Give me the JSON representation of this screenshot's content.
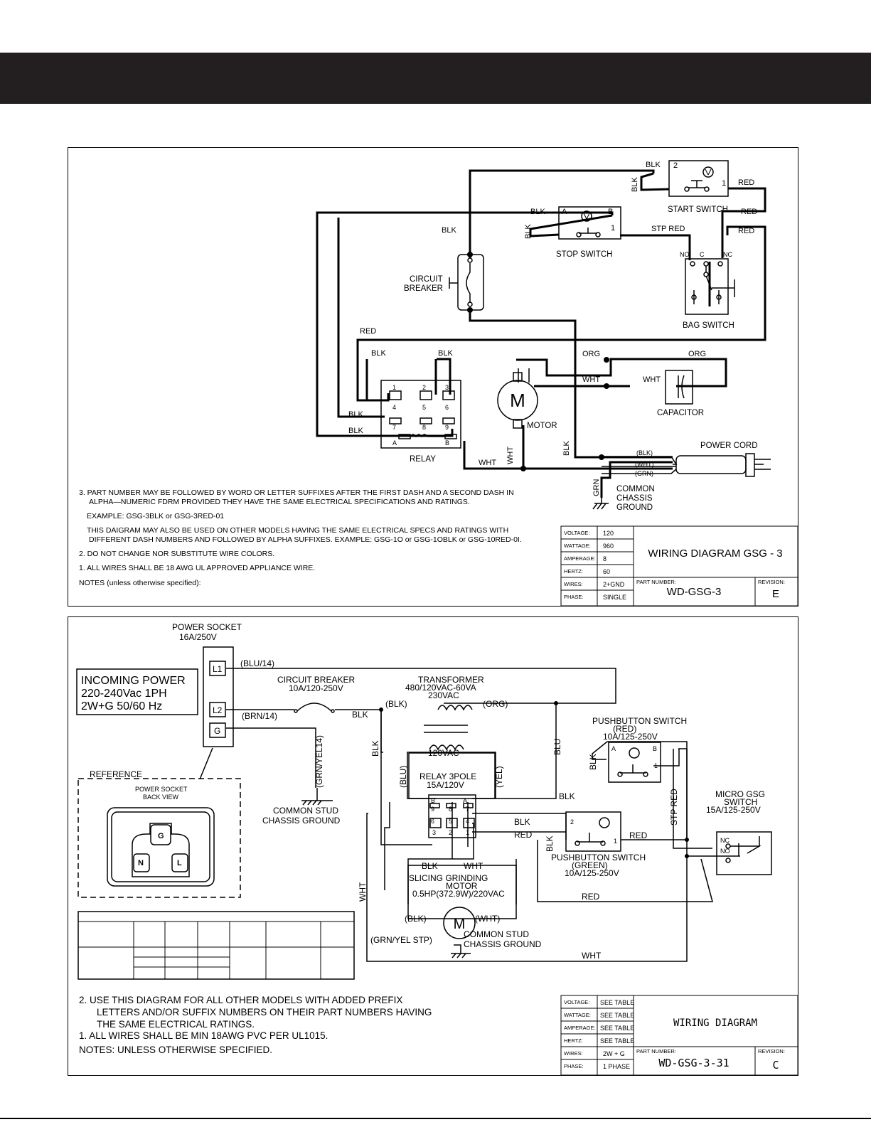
{
  "diagram1": {
    "wire_labels": {
      "blk_top_start": "BLK",
      "blk_vertical_start": "BLK",
      "red_start_right": "RED",
      "red_start_down": "RED",
      "blk_stop": "BLK",
      "blk_vertical_stop": "BLK",
      "stp_red": "STP RED",
      "red_bag": "RED",
      "blk_breaker": "BLK",
      "red_relay_top": "RED",
      "blk_relay1": "BLK",
      "blk_relay2": "BLK",
      "org_left": "ORG",
      "org_right": "ORG",
      "wht_motor": "WHT",
      "wht_capacitor": "WHT",
      "blk_relay_left1": "BLK",
      "blk_relay_left2": "BLK",
      "wht_relay_bottom": "WHT",
      "wht_vertical_motor": "WHT",
      "blk_vertical_cord": "BLK",
      "grn_vertical": "GRN",
      "cord_blk": "(BLK)",
      "cord_wht": "(WHT)",
      "cord_grn": "(GRN)"
    },
    "components": {
      "start_switch": "START SWITCH",
      "stop_switch": "STOP SWITCH",
      "circuit_breaker_line1": "CIRCUIT",
      "circuit_breaker_line2": "BREAKER",
      "bag_switch": "BAG SWITCH",
      "motor": "MOTOR",
      "motor_symbol": "M",
      "capacitor": "CAPACITOR",
      "relay": "RELAY",
      "power_cord": "POWER CORD",
      "ground_line1": "COMMON",
      "ground_line2": "CHASSIS",
      "ground_line3": "GROUND"
    },
    "terminals": {
      "start_2": "2",
      "start_1": "1",
      "stop_a": "A",
      "stop_b": "B",
      "stop_1": "1",
      "bag_no": "NO",
      "bag_c": "C",
      "bag_nc": "NC",
      "relay_1": "1",
      "relay_2": "2",
      "relay_3": "3",
      "relay_4": "4",
      "relay_5": "5",
      "relay_6": "6",
      "relay_7": "7",
      "relay_8": "8",
      "relay_9": "9",
      "relay_a": "A",
      "relay_b": "B"
    },
    "notes": {
      "note3_line1": "3.  PART NUMBER MAY BE FOLLOWED BY WORD OR LETTER SUFFIXES AFTER THE FIRST DASH AND A SECOND DASH IN",
      "note3_line2": "ALPHA—NUMERIC FDRM PROVIDED THEY HAVE THE SAME ELECTRICAL SPECIFICATIONS AND RATINGS.",
      "example": "EXAMPLE: GSG-3BLK or GSG-3RED-01",
      "also_line1": "THIS DAIGRAM MAY ALSO BE USED ON OTHER MODELS HAVING THE SAME ELECTRICAL SPECS AND RATINGS WITH",
      "also_line2": "DIFFERENT DASH NUMBERS AND FOLLOWED BY ALPHA SUFFIXES. EXAMPLE: GSG-1O or GSG-1OBLK or GSG-10RED-0I.",
      "note2": "2.  DO NOT CHANGE NOR SUBSTITUTE WIRE COLORS.",
      "note1": "1.  ALL WIRES SHALL BE 18 AWG UL APPROVED APPLIANCE WIRE.",
      "notes_header": "NOTES (unless otherwise specified):"
    },
    "title_block": {
      "voltage_label": "VOLTAGE:",
      "voltage": "120",
      "wattage_label": "WATTAGE:",
      "wattage": "960",
      "amperage_label": "AMPERAGE:",
      "amperage": "8",
      "hertz_label": "HERTZ:",
      "hertz": "60",
      "wires_label": "WIRES:",
      "wires": "2+GND",
      "phase_label": "PHASE:",
      "phase": "SINGLE",
      "title": "WIRING DIAGRAM GSG - 3",
      "part_number_label": "PART NUMBER:",
      "part_number": "WD-GSG-3",
      "revision_label": "REVISION:",
      "revision": "E"
    }
  },
  "diagram2": {
    "power_socket_line1": "POWER SOCKET",
    "power_socket_line2": "16A/250V",
    "socket_l1": "L1",
    "socket_l2": "L2",
    "socket_g": "G",
    "incoming_line1": "INCOMING POWER",
    "incoming_line2": "220-240Vac 1PH",
    "incoming_line3": "2W+G 50/60 Hz",
    "blu14": "(BLU/14)",
    "brn14": "(BRN/14)",
    "grnyel14": "(GRN/YEL14)",
    "breaker_line1": "CIRCUIT BREAKER",
    "breaker_line2": "10A/120-250V",
    "blk_after_breaker": "BLK",
    "transformer_line1": "TRANSFORMER",
    "transformer_line2": "480/120VAC-60VA",
    "transformer_line3": "230VAC",
    "blk_transformer": "(BLK)",
    "org_transformer": "(ORG)",
    "blk_vertical_left": "BLK",
    "blu_vertical_right": "BLU",
    "secondary": "120VAC",
    "blu_relay": "(BLU)",
    "yel_relay": "(YEL)",
    "relay_line1": "RELAY 3POLE",
    "relay_line2": "15A/120V",
    "relay_b": "B",
    "relay_a": "A",
    "relay_9": "9",
    "relay_8": "8",
    "relay_7": "7",
    "relay_6": "6",
    "relay_5": "5",
    "relay_4": "4",
    "relay_3": "3",
    "relay_2": "2",
    "relay_1": "1",
    "reference": "REFERENCE",
    "back_view_line1": "POWER SOCKET",
    "back_view_line2": "BACK VIEW",
    "pin_g": "G",
    "pin_n": "N",
    "pin_l": "L",
    "ground_line1": "COMMON STUD",
    "ground_line2": "CHASSIS GROUND",
    "pb_red_line1": "PUSHBUTTON SWITCH",
    "pb_red_line2": "(RED)",
    "pb_red_line3": "10A/125-250V",
    "pb_red_a": "A",
    "pb_red_b": "B",
    "pb_red_1": "1",
    "blk_pb_red": "BLK",
    "blk_to_pb": "BLK",
    "blk_relay_out": "BLK",
    "red_relay_out": "RED",
    "pb_green_line1": "PUSHBUTTON SWITCH",
    "pb_green_line2": "(GREEN)",
    "pb_green_line3": "10A/125-250V",
    "pb_green_2": "2",
    "pb_green_1": "1",
    "blk_pb_green": "BLK",
    "red_pb_green": "RED",
    "stp_red": "STP RED",
    "micro_line1": "MICRO GSG",
    "micro_line2": "SWITCH",
    "micro_line3": "15A/125-250V",
    "micro_nc": "NC",
    "micro_no": "NO",
    "motor_blk": "BLK",
    "motor_wht": "WHT",
    "motor_line1": "SLICING GRINDING",
    "motor_line2": "MOTOR",
    "motor_line3": "0.5HP(372.9W)/220VAC",
    "motor_symbol": "M",
    "motor_blk_paren": "(BLK)",
    "motor_wht_paren": "(WHT)",
    "wht_vertical": "WHT",
    "red_bottom": "RED",
    "wht_bottom": "WHT",
    "grnyel_stp": "(GRN/YEL STP)",
    "motor_ground_line1": "COMMON STUD",
    "motor_ground_line2": "CHASSIS GROUND",
    "note2_line1": "2.  USE THIS DIAGRAM FOR ALL OTHER MODELS WITH ADDED PREFIX",
    "note2_line2": "LETTERS AND/OR SUFFIX NUMBERS ON THEIR PART NUMBERS HAVING",
    "note2_line3": "THE SAME ELECTRICAL RATINGS.",
    "note1": "1.  ALL WIRES SHALL BE MIN 18AWG PVC PER UL1015.",
    "notes_header": "NOTES: UNLESS OTHERWISE SPECIFIED.",
    "title_block": {
      "voltage_label": "VOLTAGE:",
      "voltage": "SEE TABLE",
      "wattage_label": "WATTAGE:",
      "wattage": "SEE TABLE",
      "amperage_label": "AMPERAGE:",
      "amperage": "SEE TABLE",
      "hertz_label": "HERTZ:",
      "hertz": "SEE TABLE",
      "wires_label": "WIRES:",
      "wires": "2W + G",
      "phase_label": "PHASE:",
      "phase": "1 PHASE",
      "title": "WIRING  DIAGRAM",
      "part_number_label": "PART NUMBER:",
      "part_number": "WD-GSG-3-31",
      "revision_label": "REVISION:",
      "revision": "C"
    }
  }
}
